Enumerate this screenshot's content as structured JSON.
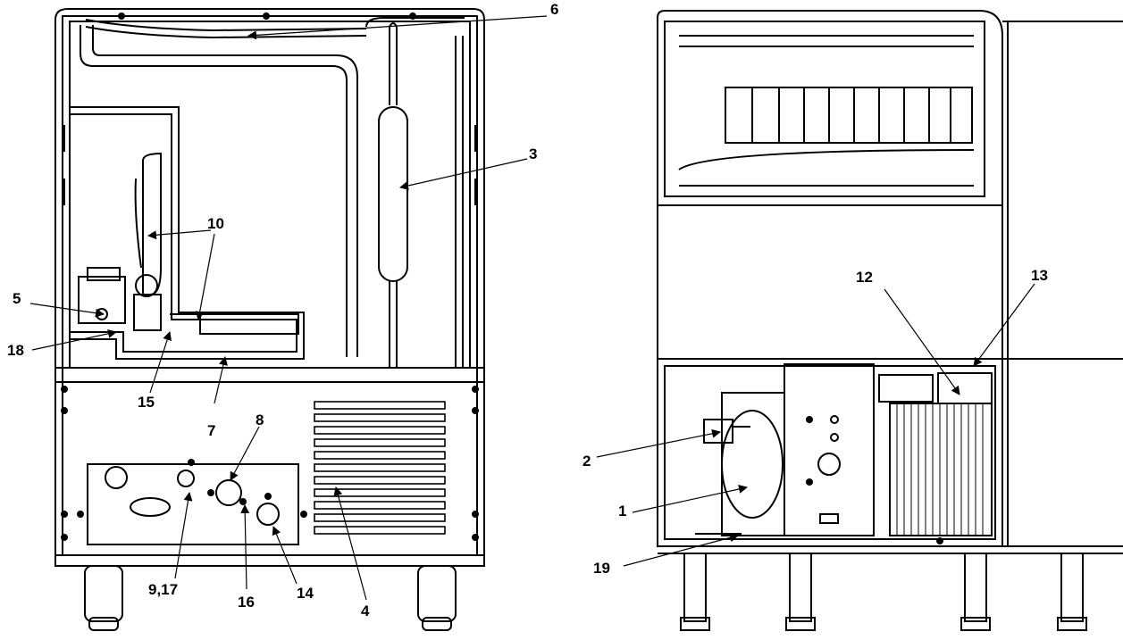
{
  "diagram": {
    "rear_view": {
      "callouts": [
        "6",
        "3",
        "10",
        "5",
        "18",
        "15",
        "7",
        "8",
        "9,17",
        "16",
        "14",
        "4"
      ]
    },
    "side_view": {
      "callouts": [
        "12",
        "13",
        "2",
        "1",
        "19"
      ]
    }
  },
  "colors": {
    "line": "#000000",
    "background": "#ffffff",
    "fill": "#ffffff"
  }
}
